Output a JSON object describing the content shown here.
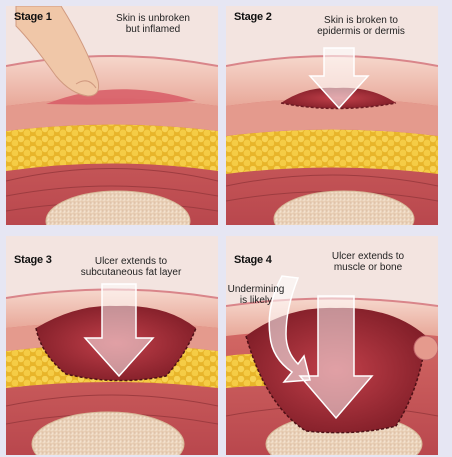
{
  "stages": [
    {
      "label": "Stage 1",
      "caption_line1": "Skin is unbroken",
      "caption_line2": "but inflamed"
    },
    {
      "label": "Stage 2",
      "caption_line1": "Skin is broken to",
      "caption_line2": "epidermis or dermis"
    },
    {
      "label": "Stage 3",
      "caption_line1": "Ulcer extends to",
      "caption_line2": "subcutaneous fat layer"
    },
    {
      "label": "Stage 4",
      "caption_line1": "Ulcer extends to",
      "caption_line2": "muscle or bone",
      "extra_line1": "Undermining",
      "extra_line2": "is likely"
    }
  ],
  "colors": {
    "background": "#e6e6f3",
    "skin": "#f0c9bd",
    "dermis": "#e7a091",
    "inflamed": "#d9646c",
    "fat": "#f2c63a",
    "muscle": "#c7575a",
    "bone": "#f2ddc8",
    "wound": "#a8303a",
    "arrow": "#ffffff"
  }
}
